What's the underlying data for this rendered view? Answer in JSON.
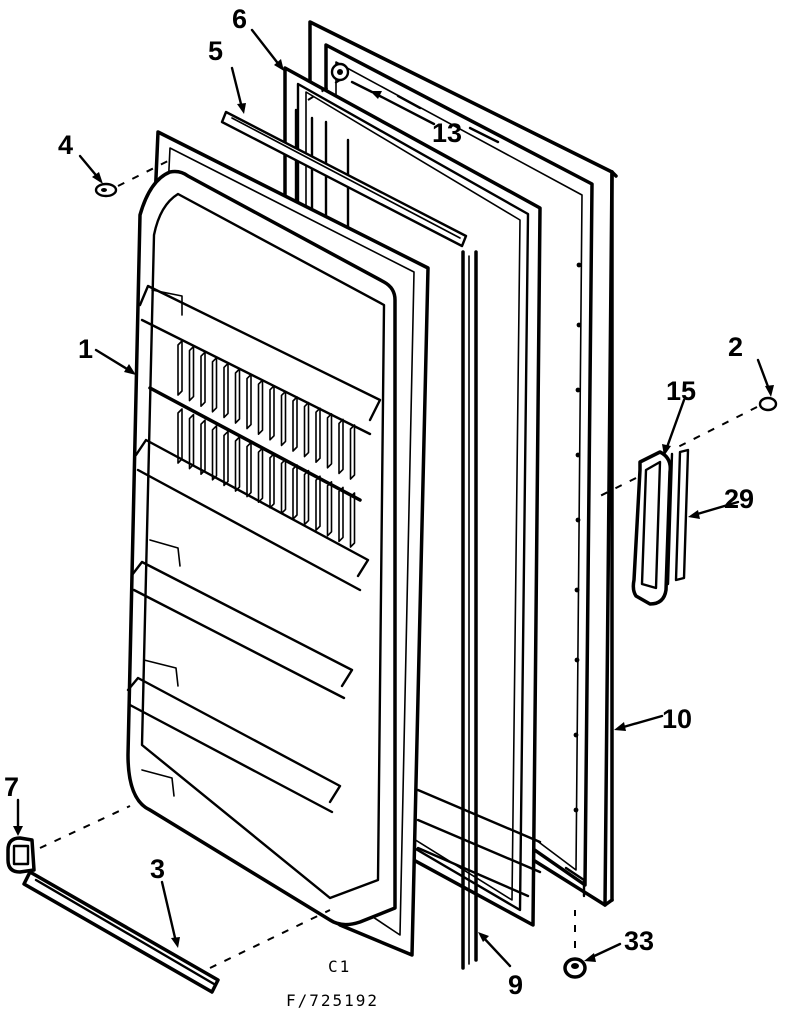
{
  "diagram": {
    "callouts": [
      "1",
      "2",
      "3",
      "4",
      "5",
      "6",
      "7",
      "9",
      "10",
      "13",
      "15",
      "29",
      "33"
    ],
    "drawing_code": "C1",
    "drawing_number": "F/725192"
  }
}
